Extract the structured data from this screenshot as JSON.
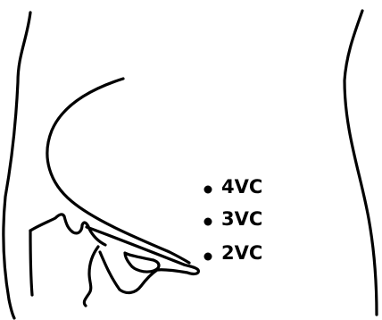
{
  "diagram": {
    "points": [
      {
        "label": "4VC"
      },
      {
        "label": "3VC"
      },
      {
        "label": "2VC"
      }
    ]
  },
  "colors": {
    "line": "#000000",
    "background": "#ffffff"
  }
}
